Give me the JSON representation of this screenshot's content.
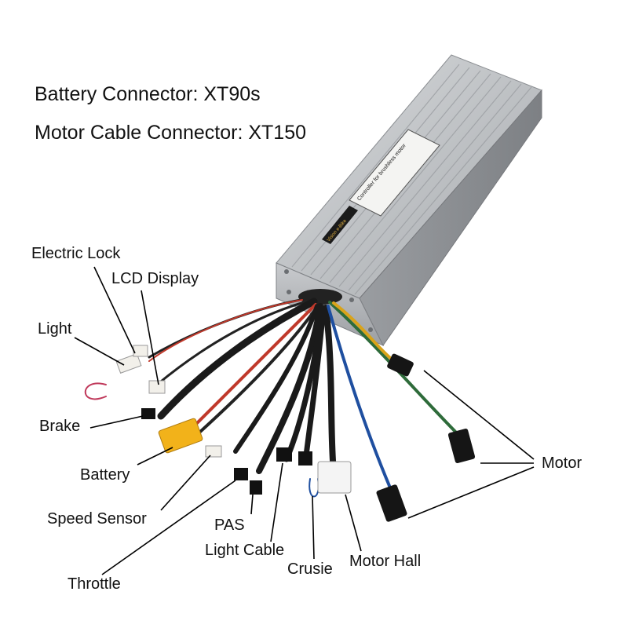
{
  "headings": {
    "battery_connector": "Battery Connector: XT90s",
    "motor_cable_connector": "Motor Cable Connector: XT150"
  },
  "device": {
    "sticker_text": "Controller for brushless motor",
    "brand_text": "Vision e-Bike"
  },
  "labels": {
    "electric_lock": "Electric Lock",
    "lcd_display": "LCD Display",
    "light": "Light",
    "brake": "Brake",
    "battery": "Battery",
    "speed_sensor": "Speed Sensor",
    "pas": "PAS",
    "light_cable": "Light Cable",
    "crusie": "Crusie",
    "motor_hall": "Motor Hall",
    "throttle": "Throttle",
    "motor": "Motor"
  },
  "colors": {
    "housing": "#b9bcbf",
    "battery_connector": "#f2b21a",
    "cable": "#1a1a1a",
    "leader_line": "#000000"
  }
}
